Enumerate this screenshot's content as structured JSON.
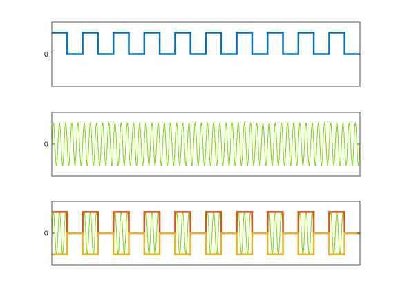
{
  "chart_data": [
    {
      "type": "line",
      "title": "",
      "xlabel": "",
      "ylabel": "",
      "xlim": [
        0,
        10
      ],
      "ylim": [
        -1.5,
        1.5
      ],
      "yticks": [
        0
      ],
      "ytick_labels": [
        "0"
      ],
      "grid": false,
      "series": [
        {
          "kind": "square",
          "period": 1.0,
          "duty": 0.5,
          "high": 1,
          "low": 0,
          "color": "#0072BD"
        }
      ]
    },
    {
      "type": "line",
      "title": "",
      "xlabel": "",
      "ylabel": "",
      "xlim": [
        0,
        10
      ],
      "ylim": [
        -1.5,
        1.5
      ],
      "yticks": [
        0
      ],
      "ytick_labels": [
        "0"
      ],
      "grid": false,
      "series": [
        {
          "kind": "sine",
          "cycles": 50,
          "amplitude": 1,
          "color": "#77DD00"
        }
      ]
    },
    {
      "type": "line",
      "title": "",
      "xlabel": "",
      "ylabel": "",
      "xlim": [
        0,
        10
      ],
      "ylim": [
        -1.5,
        1.5
      ],
      "yticks": [
        0
      ],
      "ytick_labels": [
        "0"
      ],
      "grid": false,
      "series": [
        {
          "kind": "gated-sine",
          "cycles": 50,
          "amplitude": 1,
          "period": 1.0,
          "duty": 0.5,
          "color": "#77DD00"
        },
        {
          "kind": "square",
          "period": 1.0,
          "duty": 0.5,
          "high": 1,
          "low": 0,
          "color": "#D95319"
        },
        {
          "kind": "square",
          "period": 1.0,
          "duty": 0.5,
          "high": -1,
          "low": 0,
          "color": "#EDB120"
        }
      ]
    }
  ]
}
